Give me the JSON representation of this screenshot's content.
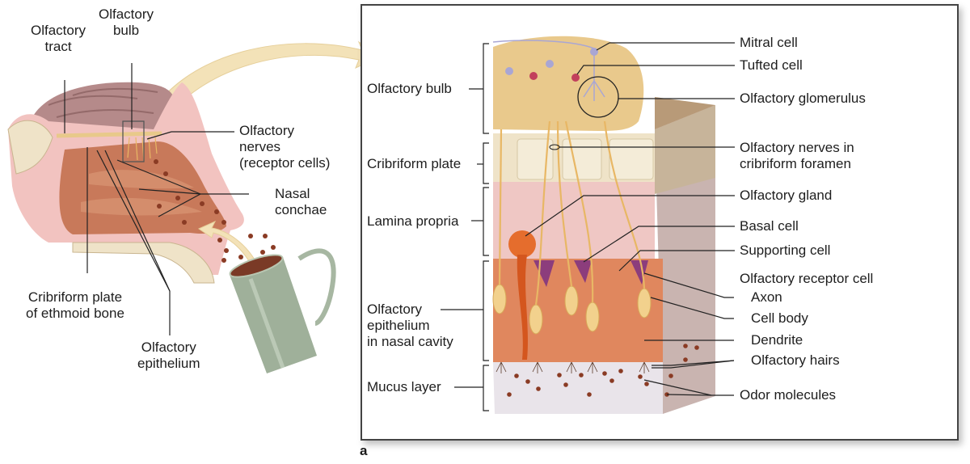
{
  "figure": {
    "panel_letter": "a",
    "colors": {
      "skin": "#c8795a",
      "bone": "#efe3c8",
      "pink_tissue": "#f2c3c0",
      "brain": "#b58a8a",
      "bulb": "#e9c98c",
      "nerve": "#e8b765",
      "mitral": "#a9a6d4",
      "tufted": "#c2405c",
      "supporting": "#e0875e",
      "basal": "#8c3d7c",
      "mucus": "#e9e4ea",
      "odor": "#8a3b24",
      "mug": "#9fb09a",
      "arrow": "#f3e2b8"
    }
  },
  "left_view": {
    "labels": {
      "olfactory_tract": [
        "Olfactory",
        "tract"
      ],
      "olfactory_bulb": [
        "Olfactory",
        "bulb"
      ],
      "olfactory_nerves": [
        "Olfactory",
        "nerves",
        "(receptor cells)"
      ],
      "nasal_conchae": [
        "Nasal",
        "conchae"
      ],
      "cribriform_plate": [
        "Cribriform plate",
        "of ethmoid bone"
      ],
      "olfactory_epithelium": [
        "Olfactory",
        "epithelium"
      ]
    }
  },
  "right_view": {
    "left_labels": {
      "olfactory_bulb": "Olfactory bulb",
      "cribriform_plate": "Cribriform plate",
      "lamina_propria": "Lamina propria",
      "olfactory_epithelium": [
        "Olfactory",
        "epithelium",
        "in nasal cavity"
      ],
      "mucus_layer": "Mucus layer"
    },
    "right_labels": {
      "mitral_cell": "Mitral cell",
      "tufted_cell": "Tufted cell",
      "olfactory_glomerulus": "Olfactory glomerulus",
      "olfactory_nerves_foramen": [
        "Olfactory nerves in",
        "cribriform foramen"
      ],
      "olfactory_gland": "Olfactory gland",
      "basal_cell": "Basal cell",
      "supporting_cell": "Supporting cell",
      "olfactory_receptor_cell": "Olfactory receptor cell",
      "axon": "Axon",
      "cell_body": "Cell body",
      "dendrite": "Dendrite",
      "olfactory_hairs": "Olfactory hairs",
      "odor_molecules": "Odor molecules"
    }
  }
}
